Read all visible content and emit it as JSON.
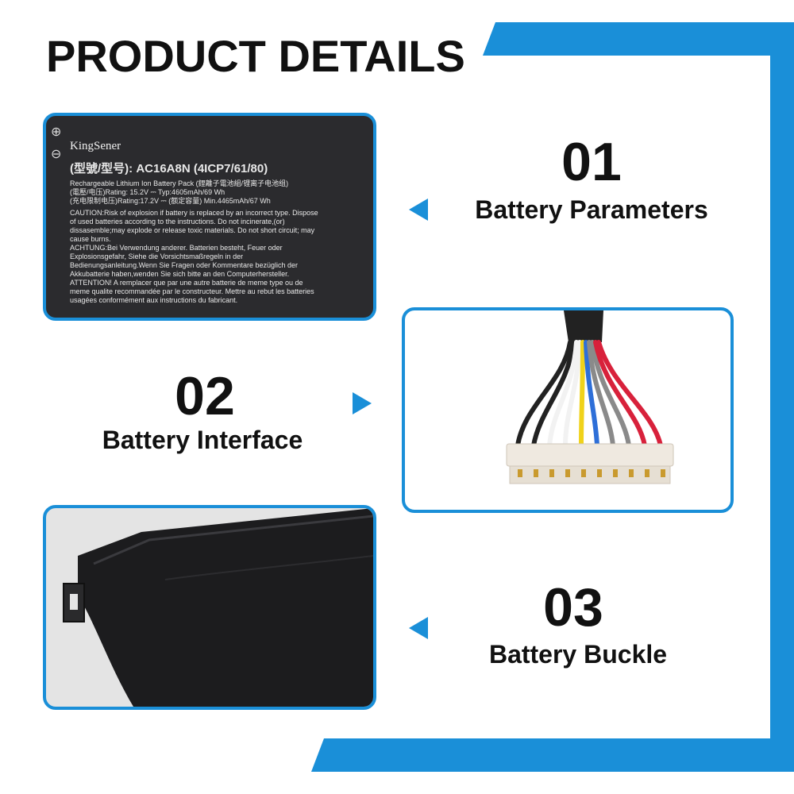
{
  "header": {
    "title": "PRODUCT DETAILS"
  },
  "sections": [
    {
      "number": "01",
      "label": "Battery Parameters"
    },
    {
      "number": "02",
      "label": "Battery Interface"
    },
    {
      "number": "03",
      "label": "Battery Buckle"
    }
  ],
  "battery_label": {
    "brand": "KingSener",
    "model": "(型號/型号): AC16A8N (4ICP7/61/80)",
    "lines": [
      "Rechargeable Lithium Ion Battery Pack (鋰離子電池組/锂离子电池组)",
      "(電壓/电压)Rating: 15.2V ⎓        Typ:4605mAh/69 Wh",
      "(充电限制电压)Rating:17.2V ⎓ (额定容量) Min.4465mAh/67 Wh",
      "CAUTION:Risk of explosion if battery is replaced by an incorrect type. Dispose of used batteries according to the instructions. Do not incinerate,(or) dissasemble;may explode or release toxic materials. Do not short circuit; may cause burns.",
      "ACHTUNG:Bei Verwendung anderer. Batterien besteht, Feuer oder Explosionsgefahr, Siehe die Vorsichtsmaßregeln in der Bedienungsanleitung.Wenn Sie Fragen oder Kommentare bezüglich der Akkubatterie haben,wenden Sie sich bitte an den Computerhersteller.",
      "ATTENTION! A remplacer que par une autre batterie de meme type ou de meme qualite recommandée par le constructeur. Mettre au rebut les batteries usagées conformément aux instructions du fabricant."
    ]
  },
  "colors": {
    "accent": "#1a8fd8",
    "text": "#111111",
    "battery_body": "#2b2b2e"
  },
  "icons": {
    "plus": "plus-circle-icon",
    "minus": "minus-circle-icon",
    "arrow": "triangle-pointer-icon"
  }
}
